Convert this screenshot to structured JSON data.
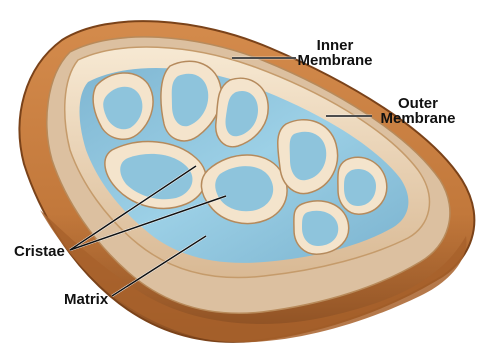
{
  "labels": {
    "inner_membrane": [
      "Inner",
      "Membrane"
    ],
    "outer_membrane": [
      "Outer",
      "Membrane"
    ],
    "cristae": "Cristae",
    "matrix": "Matrix"
  },
  "colors": {
    "outer_membrane": "#c2783b",
    "outer_membrane_dark": "#8a4e22",
    "intermembrane_space": "#dcc0a0",
    "inner_membrane": "#f4e4cc",
    "crista_shadow": "#b58a5c",
    "matrix": "#8ec4dc",
    "matrix_light": "#b4dcee",
    "leader_line": "#ffffff"
  }
}
